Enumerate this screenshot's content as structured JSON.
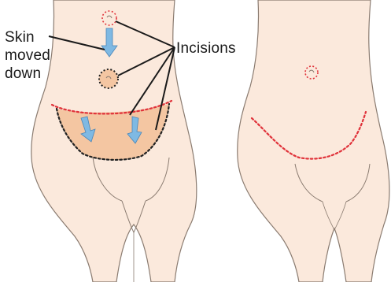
{
  "labels": {
    "skin_line1": "Skin",
    "skin_line2": "moved",
    "skin_line3": "down",
    "incisions": "Incisions"
  },
  "colors": {
    "skin": "#fbe9dc",
    "outline": "#8a7b70",
    "removed_area": "#f4c6a2",
    "incision_red": "#e0323a",
    "incision_black": "#222222",
    "arrow_blue": "#7fb9e3"
  }
}
